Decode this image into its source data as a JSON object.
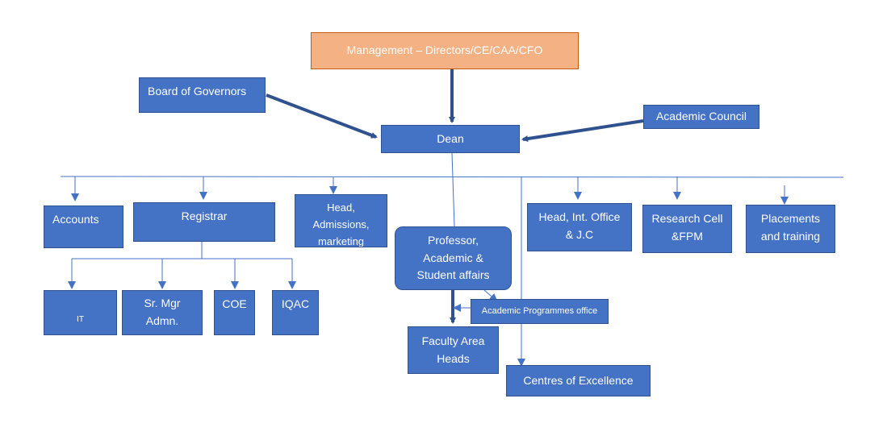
{
  "org_chart": {
    "management": "Management – Directors/CE/CAA/CFO",
    "board_of_governors": "Board of Governors",
    "academic_council": "Academic Council",
    "dean": "Dean",
    "accounts": "Accounts",
    "registrar": "Registrar",
    "head_admissions": "Head,\nAdmissions,\nmarketing",
    "professor_academic": "Professor,\nAcademic  &\nStudent affairs",
    "head_int_office": "Head, Int. Office\n& J.C",
    "research_cell": "Research Cell\n&FPM",
    "placements": "Placements\nand training",
    "it": "IT",
    "sr_mgr_admn": "Sr. Mgr\nAdmn.",
    "coe": "COE",
    "iqac": "IQAC",
    "academic_programmes_office": "Academic Programmes office",
    "faculty_area_heads": "Faculty Area\nHeads",
    "centres_of_excellence": "Centres of Excellence"
  },
  "colors": {
    "box_fill": "#4472c4",
    "box_border": "#2f528f",
    "management_fill": "#f4b183",
    "connector": "#4472c4"
  }
}
